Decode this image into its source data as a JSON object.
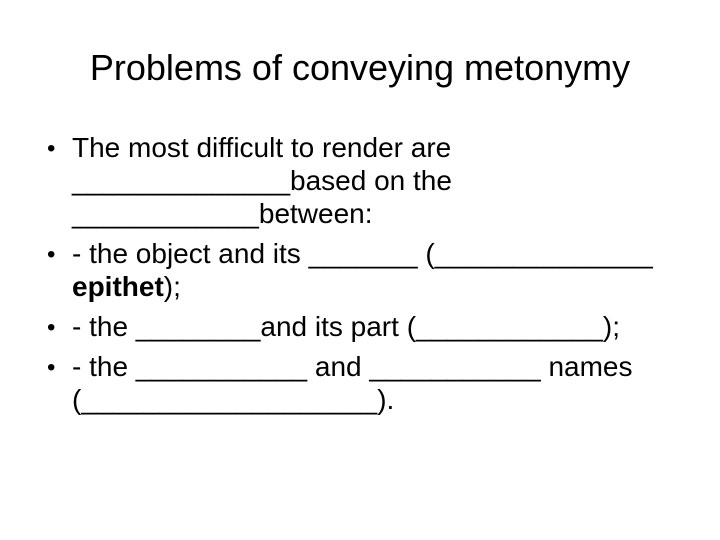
{
  "slide": {
    "title": "Problems of conveying metonymy",
    "bullet_char": "•",
    "colors": {
      "text": "#000000",
      "background": "#ffffff"
    },
    "bullets": [
      {
        "lines": [
          [
            {
              "text": "The most difficult to render are"
            }
          ],
          [
            {
              "text": "______________based on the"
            }
          ],
          [
            {
              "text": "____________between:"
            }
          ]
        ]
      },
      {
        "lines": [
          [
            {
              "text": "- the object and its _______ (______________"
            }
          ],
          [
            {
              "text": "epithet",
              "bold": true
            },
            {
              "text": ");"
            }
          ]
        ]
      },
      {
        "lines": [
          [
            {
              "text": "- the ________and its part (____________);"
            }
          ]
        ]
      },
      {
        "lines": [
          [
            {
              "text": "- the ___________ and ___________ names"
            }
          ],
          [
            {
              "text": "(___________________)."
            }
          ]
        ]
      }
    ]
  }
}
